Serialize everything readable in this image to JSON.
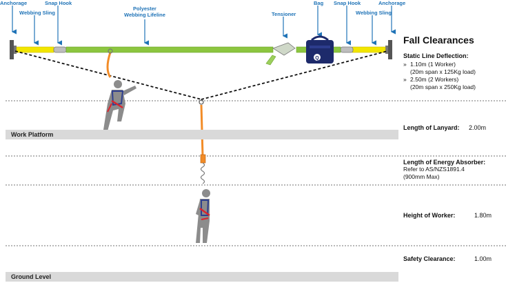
{
  "callouts": {
    "anchorage_left": "Anchorage",
    "webbing_sling_left": "Webbing Sling",
    "snap_hook_left": "Snap Hook",
    "lifeline_line1": "Polyester",
    "lifeline_line2": "Webbing Lifeline",
    "tensioner": "Tensioner",
    "bag": "Bag",
    "snap_hook_right": "Snap Hook",
    "anchorage_right": "Anchorage",
    "webbing_sling_right": "Webbing Sling"
  },
  "platforms": {
    "work_platform": "Work Platform",
    "ground_level": "Ground Level"
  },
  "panel": {
    "title": "Fall Clearances",
    "deflection_heading": "Static Line Deflection:",
    "deflection_items": [
      {
        "line1": "1.10m (1 Worker)",
        "line2": "(20m span x 125Kg load)"
      },
      {
        "line1": "2.50m (2 Workers)",
        "line2": "(20m span x 250Kg load)"
      }
    ],
    "lanyard_label": "Length of Lanyard:",
    "lanyard_value": "2.00m",
    "absorber_label": "Length of Energy Absorber:",
    "absorber_note1": "Refer to AS/NZS1891.4",
    "absorber_note2": "(900mm Max)",
    "worker_label": "Height of Worker:",
    "worker_value": "1.80m",
    "safety_label": "Safety Clearance:",
    "safety_value": "1.00m"
  },
  "bag_logo": "Q",
  "colors": {
    "callout_blue": "#1f73b7",
    "lifeline_green": "#8cc63f",
    "sling_yellow": "#f2e600",
    "lanyard_orange": "#f28c28",
    "platform_grey": "#d9d9d9",
    "worker_grey": "#8c8c8c",
    "harness_blue": "#2e3f8f",
    "harness_red": "#d9262e",
    "bag_navy": "#1d2a6b"
  }
}
